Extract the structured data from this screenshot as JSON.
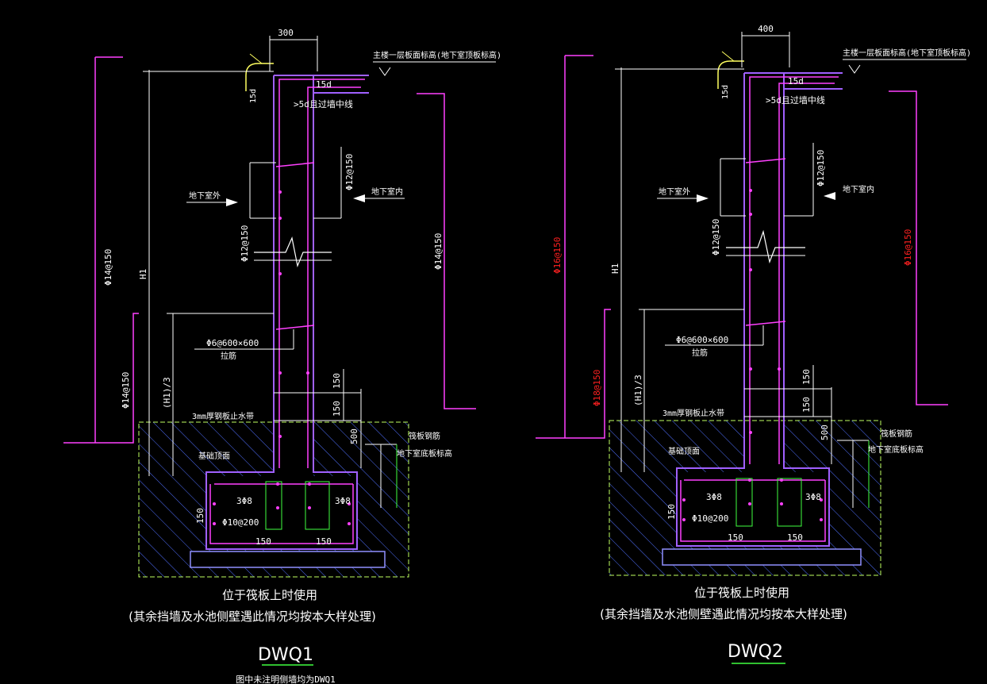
{
  "drawings": [
    {
      "id": "DWQ1",
      "dim_width": "300",
      "dim_15d_top": "15d",
      "dim_15d_side": "15d",
      "dim_5d": ">5d且过墙中线",
      "top_label": "主楼一层板面标高(地下室顶板标高)",
      "outer_bar": "Φ14@150",
      "outer_bar_lower": "Φ14@150",
      "inner_bar": "Φ14@150",
      "horiz_bar_a": "Φ12@150",
      "horiz_bar_b": "Φ12@150",
      "outside_label": "地下室外",
      "inside_label": "地下室内",
      "h1_label": "H1",
      "h1_third": "(H1)/3",
      "tie_label": "Φ6@600×600",
      "tie_sub": "拉筋",
      "dim_150_a": "150",
      "dim_150_b": "150",
      "dim_500": "500",
      "waterstop": "3mm厚钢板止水带",
      "raft_steel": "筏板钢筋",
      "basement_floor": "地下室底板标高",
      "foundation_top": "基础顶面",
      "bars_left": "3Φ8",
      "bars_right": "3Φ8",
      "stirrup": "Φ10@200",
      "dim_150_left": "150",
      "dim_150_bl": "150",
      "dim_150_br": "150",
      "caption_1": "位于筏板上时使用",
      "caption_2": "(其余挡墙及水池侧壁遇此情况均按本大样处理)",
      "title": "DWQ1",
      "footnote": "图中未注明侧墙均为DWQ1"
    },
    {
      "id": "DWQ2",
      "dim_width": "400",
      "dim_15d_top": "15d",
      "dim_15d_side": "15d",
      "dim_5d": ">5d且过墙中线",
      "top_label": "主楼一层板面标高(地下室顶板标高)",
      "outer_bar": "Φ16@150",
      "outer_bar_lower": "Φ18@150",
      "inner_bar": "Φ16@150",
      "horiz_bar_a": "Φ12@150",
      "horiz_bar_b": "Φ12@150",
      "outside_label": "地下室外",
      "inside_label": "地下室内",
      "h1_label": "H1",
      "h1_third": "(H1)/3",
      "tie_label": "Φ6@600×600",
      "tie_sub": "拉筋",
      "dim_150_a": "150",
      "dim_150_b": "150",
      "dim_500": "500",
      "waterstop": "3mm厚钢板止水带",
      "raft_steel": "筏板钢筋",
      "basement_floor": "地下室底板标高",
      "foundation_top": "基础顶面",
      "bars_left": "3Φ8",
      "bars_right": "3Φ8",
      "stirrup": "Φ10@200",
      "dim_150_left": "150",
      "dim_150_bl": "150",
      "dim_150_br": "150",
      "caption_1": "位于筏板上时使用",
      "caption_2": "(其余挡墙及水池侧壁遇此情况均按本大样处理)",
      "title": "DWQ2"
    }
  ],
  "colors": {
    "background": "#000000",
    "wall": "#a060ff",
    "rebar": "#ff40ff",
    "dimension": "#ffffff",
    "hatch": "#6080ff",
    "ground": "#ffff60",
    "green": "#40ff40",
    "highlight_red": "#ff2020"
  }
}
